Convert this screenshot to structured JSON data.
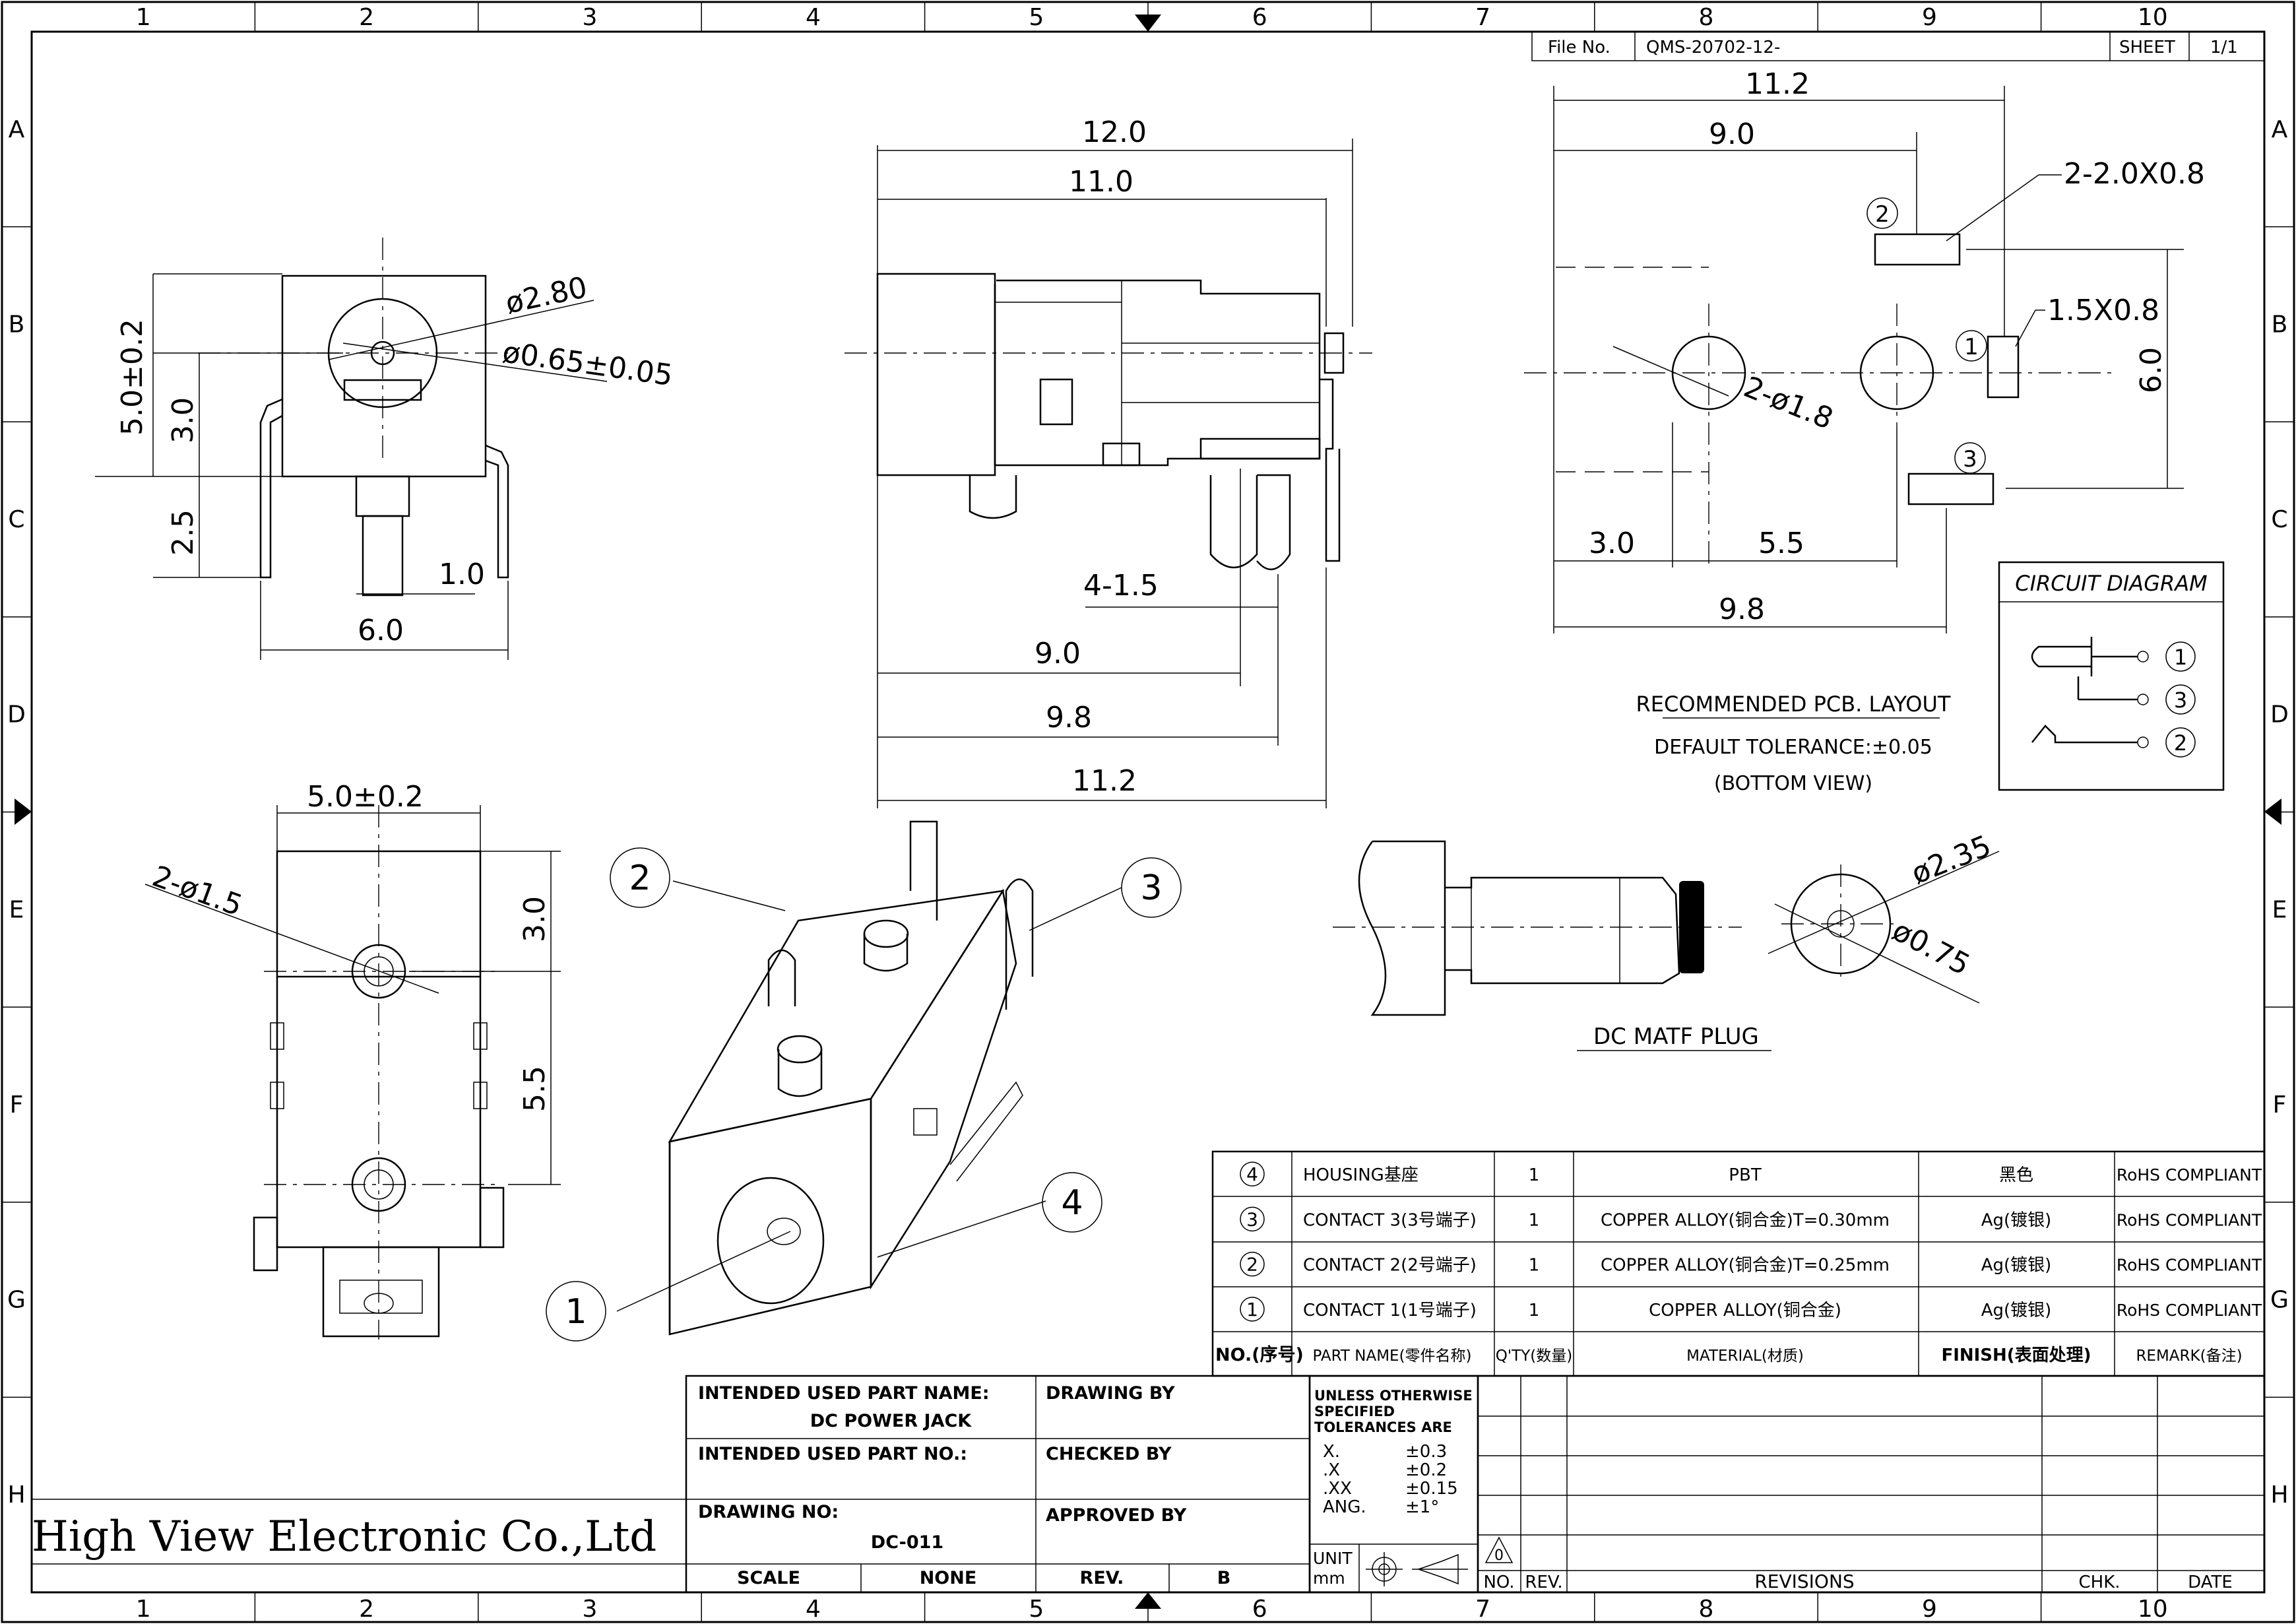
{
  "grid": {
    "columns": [
      "1",
      "2",
      "3",
      "4",
      "5",
      "6",
      "7",
      "8",
      "9",
      "10"
    ],
    "rows": [
      "A",
      "B",
      "C",
      "D",
      "E",
      "F",
      "G",
      "H"
    ]
  },
  "header": {
    "file_label": "File No.",
    "file_no": "QMS-20702-12-",
    "sheet_label": "SHEET",
    "sheet": "1/1"
  },
  "dims": {
    "front": {
      "outer_dia": "ø2.80",
      "pin_dia": "ø0.65±0.05",
      "height": "5.0±0.2",
      "center": "3.0",
      "leg": "2.5",
      "pin_w": "1.0",
      "width": "6.0"
    },
    "side": {
      "len1": "12.0",
      "len2": "11.0",
      "pin": "4-1.5",
      "a": "9.0",
      "b": "9.8",
      "c": "11.2"
    },
    "pcb": {
      "top": "11.2",
      "top2": "9.0",
      "slot2": "2-2.0X0.8",
      "slot1": "1.5X0.8",
      "holes": "2-ø1.8",
      "height": "6.0",
      "x1": "3.0",
      "x2": "5.5",
      "bottom": "9.8"
    },
    "bottom_view": {
      "width": "5.0±0.2",
      "holes": "2-ø1.5",
      "y1": "3.0",
      "y2": "5.5"
    },
    "plug": {
      "outer": "ø2.35",
      "inner": "ø0.75"
    }
  },
  "balloons": {
    "one": "1",
    "two": "2",
    "three": "3",
    "four": "4"
  },
  "pcb_notes": {
    "title": "RECOMMENDED PCB. LAYOUT",
    "tolerance": "DEFAULT TOLERANCE:±0.05",
    "view": "(BOTTOM VIEW)"
  },
  "circuit": {
    "title": "CIRCUIT DIAGRAM",
    "pins": [
      "1",
      "3",
      "2"
    ]
  },
  "plug_label": "DC MATF PLUG",
  "bom": {
    "rows": [
      {
        "no": "4",
        "part": "HOUSING基座",
        "qty": "1",
        "material": "PBT",
        "finish": "黑色",
        "remark": "RoHS COMPLIANT"
      },
      {
        "no": "3",
        "part": "CONTACT 3(3号端子)",
        "qty": "1",
        "material": "COPPER ALLOY(铜合金)T=0.30mm",
        "finish": "Ag(镀银)",
        "remark": "RoHS COMPLIANT"
      },
      {
        "no": "2",
        "part": "CONTACT 2(2号端子)",
        "qty": "1",
        "material": "COPPER ALLOY(铜合金)T=0.25mm",
        "finish": "Ag(镀银)",
        "remark": "RoHS COMPLIANT"
      },
      {
        "no": "1",
        "part": "CONTACT 1(1号端子)",
        "qty": "1",
        "material": "COPPER ALLOY(铜合金)",
        "finish": "Ag(镀银)",
        "remark": "RoHS COMPLIANT"
      }
    ],
    "headers": {
      "no": "NO.(序号)",
      "part": "PART NAME(零件名称)",
      "qty": "Q'TY(数量)",
      "material": "MATERIAL(材质)",
      "finish": "FINISH(表面处理)",
      "remark": "REMARK(备注)"
    }
  },
  "title_block": {
    "intended_name_label": "INTENDED USED PART NAME:",
    "intended_name": "DC POWER JACK",
    "intended_no_label": "INTENDED USED PART NO.:",
    "drawing_no_label": "DRAWING NO:",
    "drawing_no": "DC-011",
    "drawing_by": "DRAWING BY",
    "checked_by": "CHECKED BY",
    "approved_by": "APPROVED BY",
    "scale_label": "SCALE",
    "scale": "NONE",
    "rev_label": "REV.",
    "rev": "B",
    "company": "High View Electronic Co.,Ltd"
  },
  "tolerances": {
    "title": [
      "UNLESS OTHERWISE",
      "SPECIFIED",
      "TOLERANCES ARE"
    ],
    "rows": [
      {
        "k": "X.",
        "v": "±0.3"
      },
      {
        "k": ".X",
        "v": "±0.2"
      },
      {
        "k": ".XX",
        "v": "±0.15"
      },
      {
        "k": "ANG.",
        "v": "±1°"
      }
    ],
    "unit_label": "UNIT",
    "unit": "mm"
  },
  "revisions": {
    "no": "NO.",
    "rev": "REV.",
    "revisions": "REVISIONS",
    "chk": "CHK.",
    "date": "DATE",
    "rev_mark": "0"
  }
}
